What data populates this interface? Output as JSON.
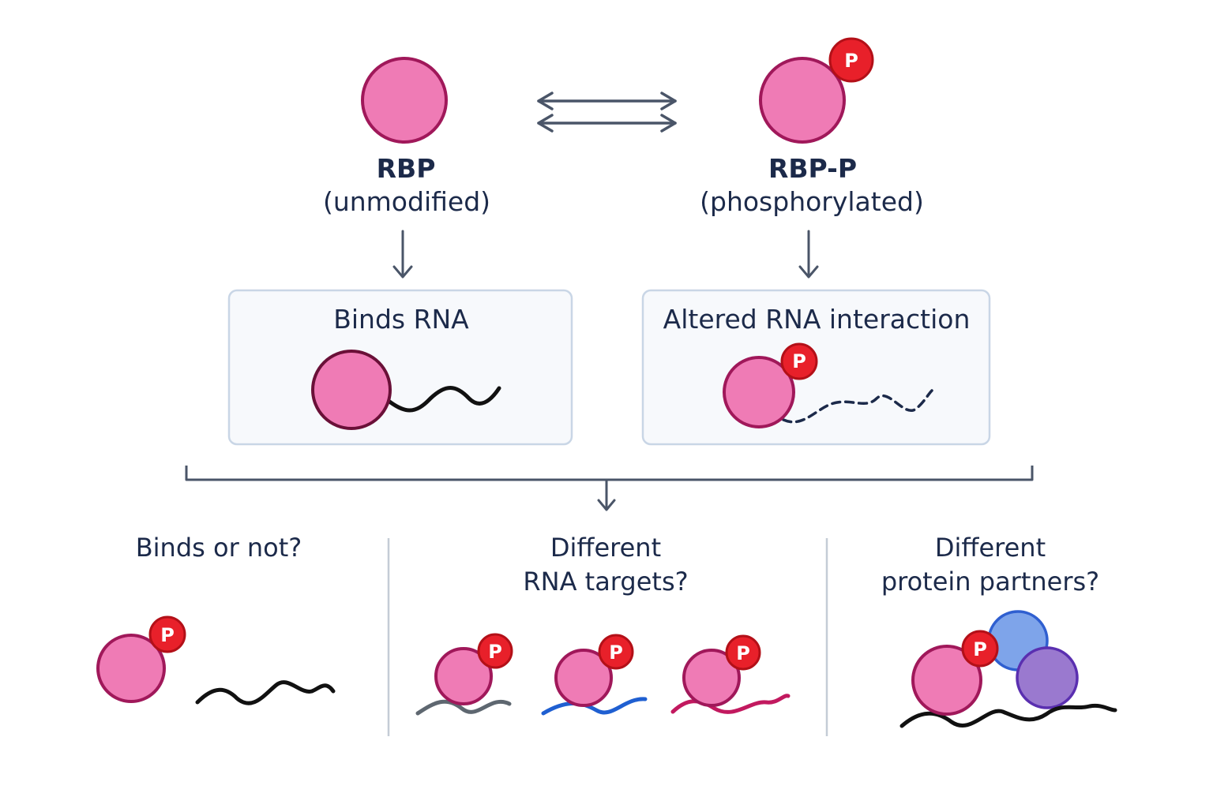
{
  "states": {
    "unmodified": {
      "title": "RBP",
      "subtitle": "(unmodified)"
    },
    "phosphorylated": {
      "title": "RBP-P",
      "subtitle": "(phosphorylated)"
    }
  },
  "badge_label": "P",
  "outcomes": {
    "binds": "Binds RNA",
    "altered": "Altered RNA interaction"
  },
  "questions": {
    "binds_or_not": "Binds or not?",
    "rna_targets": [
      "Different",
      "RNA targets?"
    ],
    "protein_partners": [
      "Different",
      "protein partners?"
    ]
  },
  "colors": {
    "protein_fill": "#ef7bb5",
    "protein_stroke": "#a0185a",
    "badge_fill": "#e8202a",
    "badge_stroke": "#b31018",
    "text": "#1c2a4a",
    "arrow": "#4a5568",
    "box_border": "#c9d6e6",
    "box_fill": "#f7f9fc",
    "rna_black": "#111111",
    "rna_gray": "#5e6770",
    "rna_blue": "#1f5fd1",
    "rna_magenta": "#c2195f",
    "partner_blue": "#7ea4ea",
    "partner_purple": "#9a79cf"
  }
}
